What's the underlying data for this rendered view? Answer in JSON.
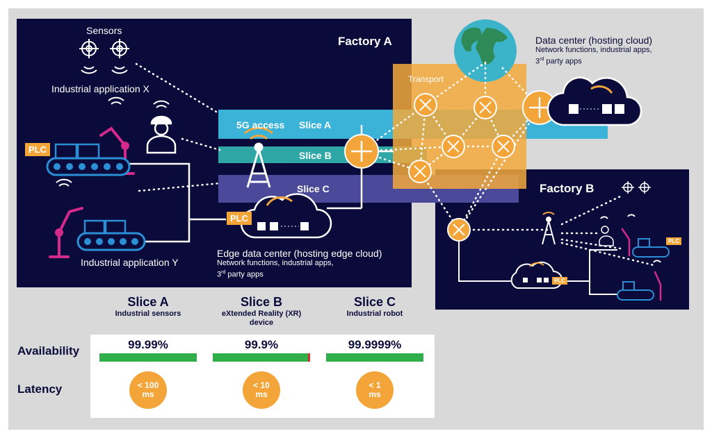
{
  "factory_a": {
    "title": "Factory A"
  },
  "factory_b": {
    "title": "Factory B"
  },
  "sensors": {
    "label": "Sensors"
  },
  "app_x": {
    "label": "Industrial application X"
  },
  "app_y": {
    "label": "Industrial application Y"
  },
  "plc_label": "PLC",
  "slices": {
    "access_label": "5G access",
    "a_label": "Slice A",
    "b_label": "Slice B",
    "c_label": "Slice C"
  },
  "transport": {
    "label": "Transport"
  },
  "data_center": {
    "title": "Data center (hosting cloud)",
    "line1": "Network functions, industrial apps,",
    "line2_base": "3",
    "line2_sup": "rd",
    "line2_rest": " party apps"
  },
  "edge_dc": {
    "title": "Edge data center (hosting edge cloud)",
    "line1": "Network functions, industrial apps,",
    "line2_base": "3",
    "line2_sup": "rd",
    "line2_rest": " party apps"
  },
  "table": {
    "columns": [
      {
        "name": "Slice A",
        "desc": "Industrial sensors",
        "availability": "99.99%",
        "latency_top": "< 100",
        "latency_unit": "ms",
        "availability_fraction": 1.0
      },
      {
        "name": "Slice B",
        "desc": "eXtended Reality (XR) device",
        "availability": "99.9%",
        "latency_top": "< 10",
        "latency_unit": "ms",
        "availability_fraction": 0.98
      },
      {
        "name": "Slice C",
        "desc": "Industrial robot",
        "availability": "99.9999%",
        "latency_top": "< 1",
        "latency_unit": "ms",
        "availability_fraction": 1.0
      }
    ],
    "row_availability": "Availability",
    "row_latency": "Latency"
  },
  "colors": {
    "navy": "#0b0b3b",
    "orange": "#f3a53a",
    "cyan": "#3bb3d9",
    "teal": "#2fa7a7",
    "purple": "#4b4a9a",
    "pink": "#d42a8c",
    "blue": "#2b8fd6",
    "green": "#2fae4a",
    "red": "#d0312d"
  },
  "icons": [
    "sensor-icon",
    "robot-arm-icon",
    "worker-icon",
    "conveyor-icon",
    "antenna-icon",
    "router-icon",
    "cloud-icon",
    "globe-icon",
    "wifi-icon"
  ]
}
